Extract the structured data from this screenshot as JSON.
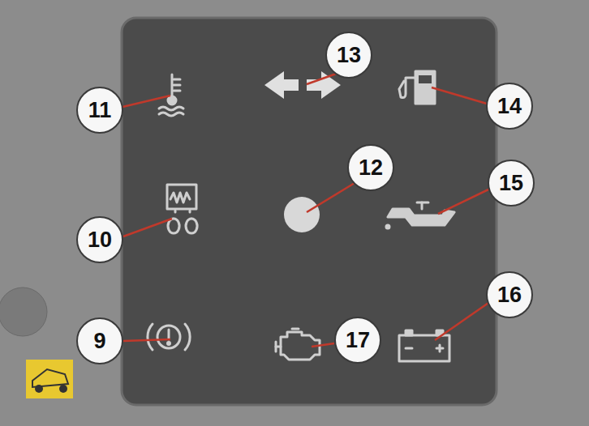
{
  "diagram": {
    "labels": [
      "13",
      "11",
      "14",
      "12",
      "15",
      "10",
      "16",
      "9",
      "17"
    ]
  }
}
